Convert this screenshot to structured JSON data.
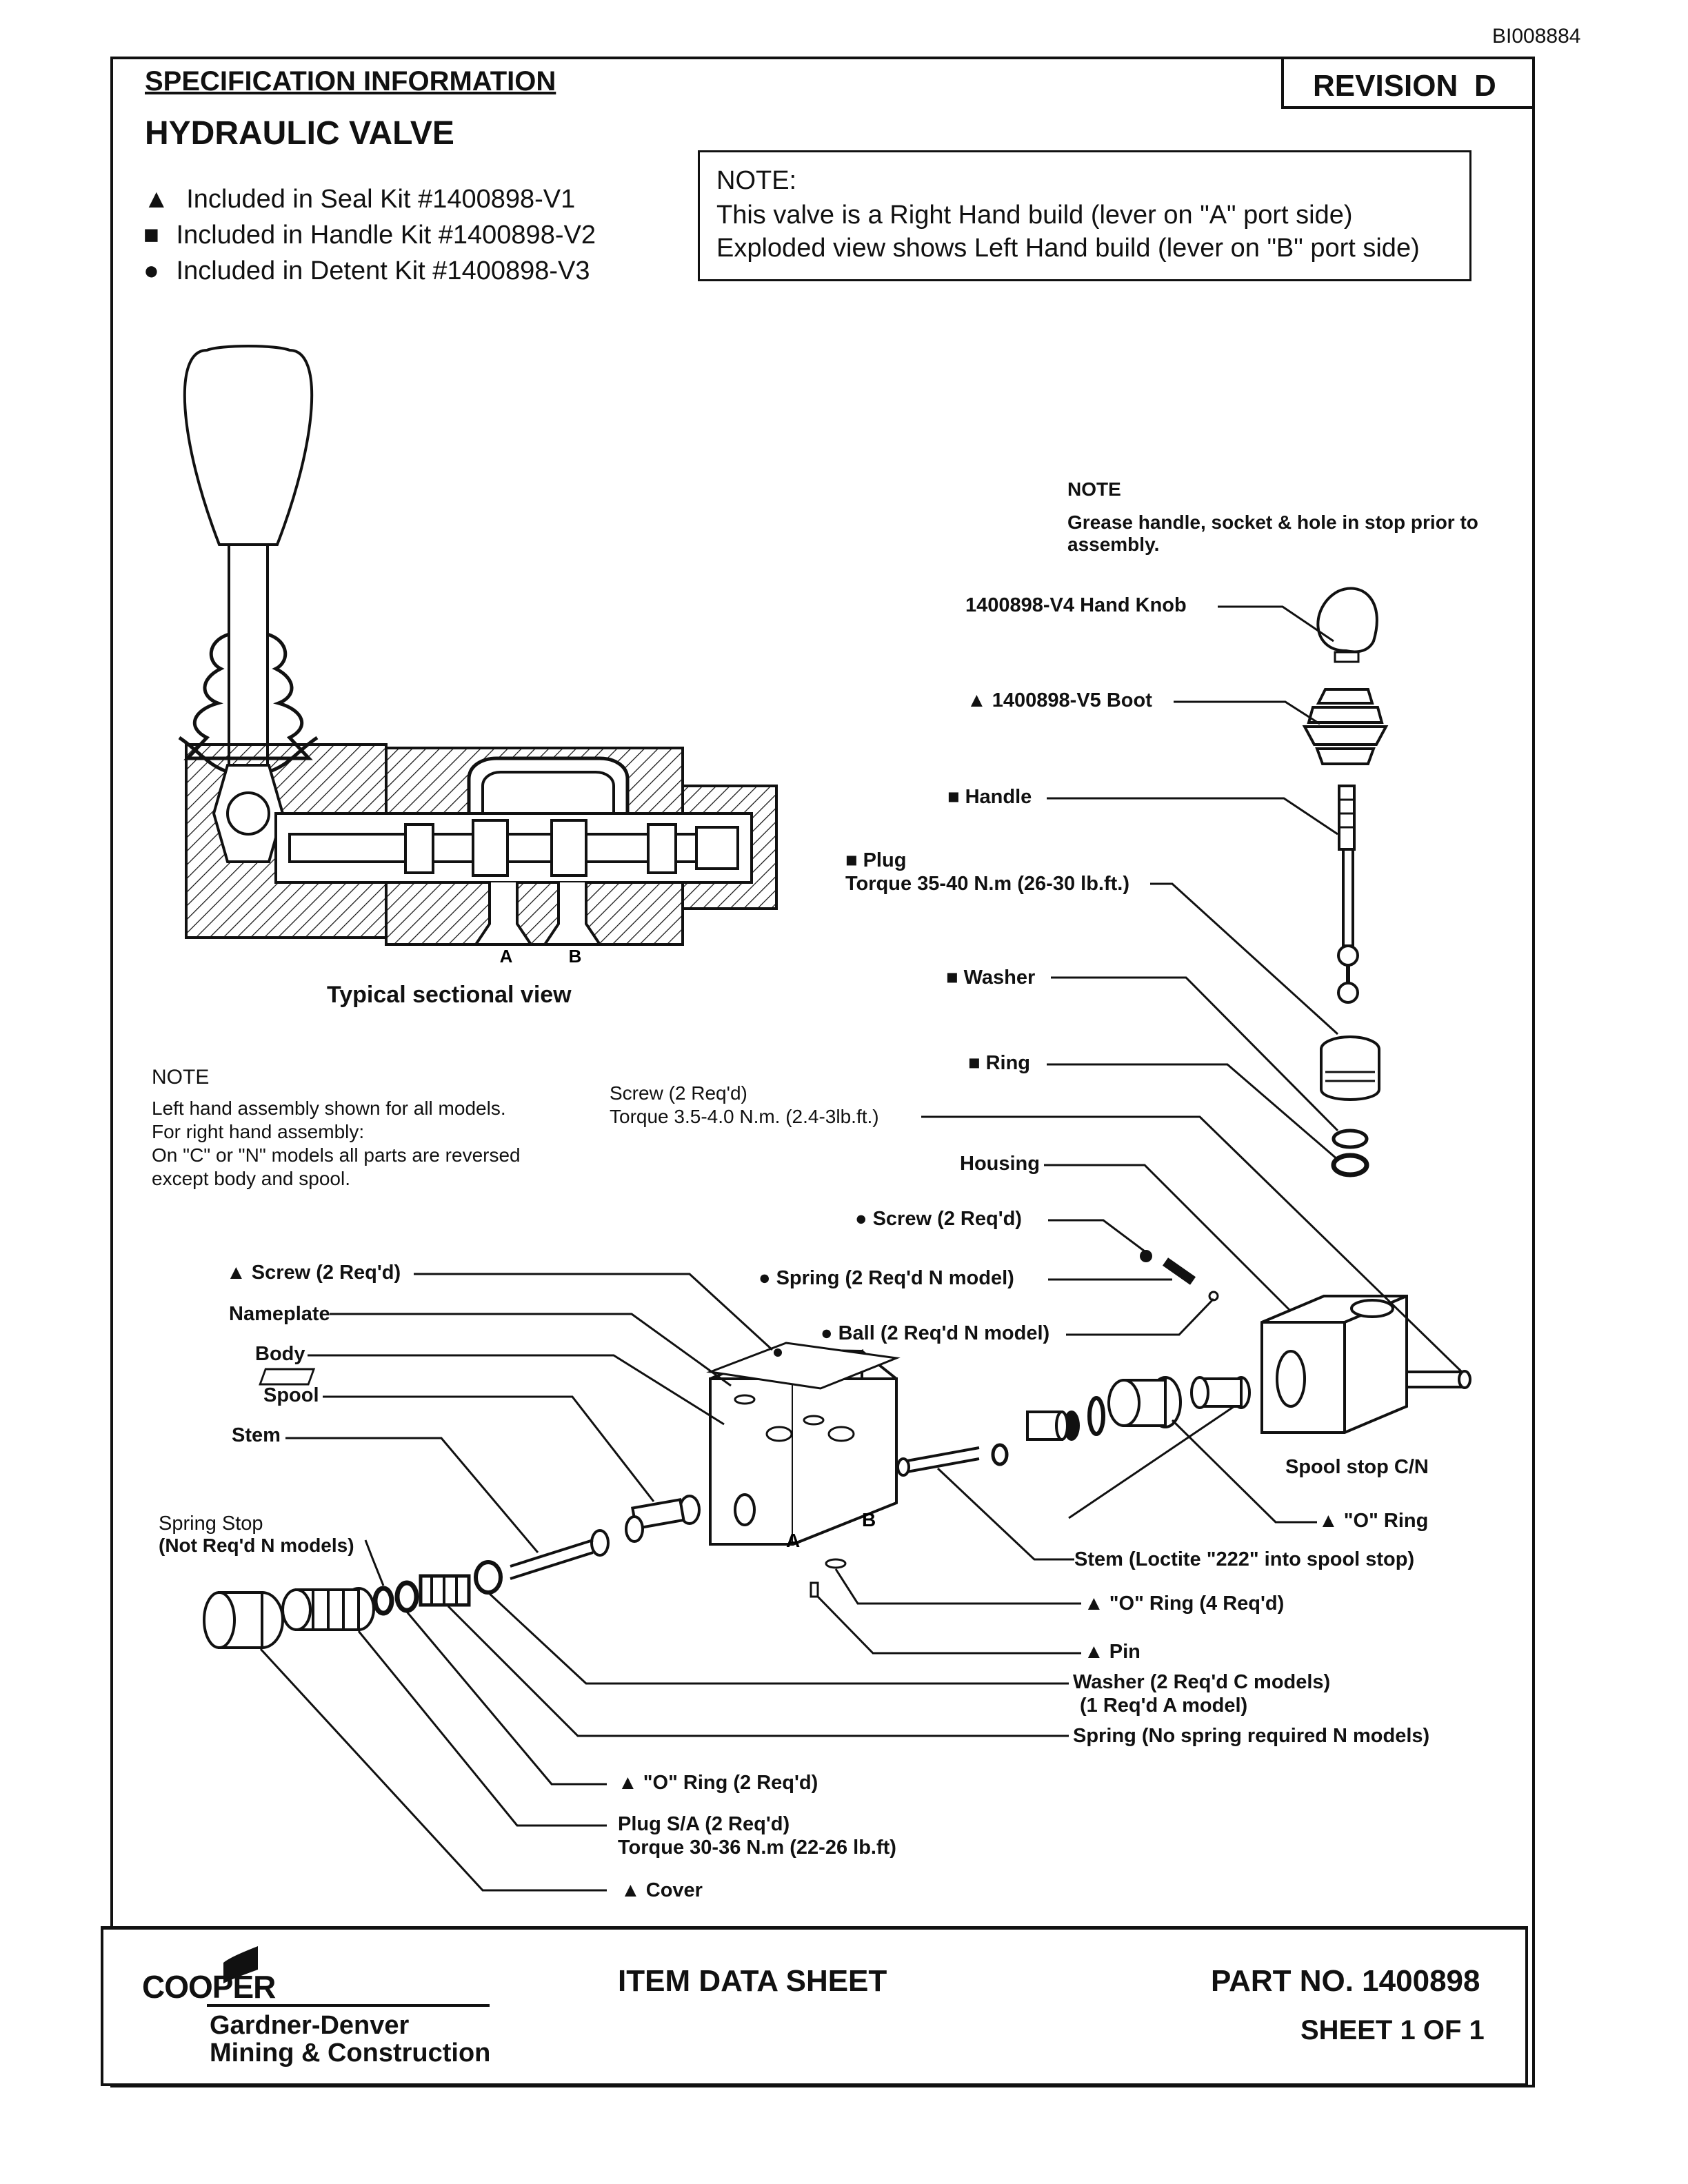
{
  "doc_id": "BI008884",
  "header": {
    "spec_title": "SPECIFICATION INFORMATION",
    "product": "HYDRAULIC VALVE",
    "revision_label": "REVISION",
    "revision_value": "D"
  },
  "kits": [
    {
      "symbol": "▲",
      "text": "Included in Seal Kit #1400898-V1"
    },
    {
      "symbol": "■",
      "text": "Included in Handle Kit #1400898-V2"
    },
    {
      "symbol": "●",
      "text": "Included in Detent Kit #1400898-V3"
    }
  ],
  "top_note": {
    "title": "NOTE:",
    "line1": "This valve is a Right Hand build (lever on \"A\" port side)",
    "line2": "Exploded view shows Left Hand build (lever on \"B\" port side)"
  },
  "section": {
    "caption": "Typical sectional view",
    "port_a": "A",
    "port_b": "B"
  },
  "left_note": {
    "title": "NOTE",
    "line1": "Left hand assembly shown for all models.",
    "line2": "For right hand assembly:",
    "line3": "On \"C\" or \"N\" models all parts are reversed",
    "line4": "except body and spool."
  },
  "grease_note": {
    "title": "NOTE",
    "line1": "Grease handle, socket & hole in stop prior to",
    "line2": "assembly."
  },
  "parts": {
    "hand_knob": "1400898-V4  Hand Knob",
    "boot": "▲ 1400898-V5  Boot",
    "handle": "■ Handle",
    "plug": "■ Plug",
    "plug_torque": "Torque 35-40 N.m (26-30 lb.ft.)",
    "washer": "■ Washer",
    "ring": "■ Ring",
    "screw_housing": "Screw (2 Req'd)",
    "screw_housing_torque": "Torque 3.5-4.0 N.m. (2.4-3lb.ft.)",
    "housing": "Housing",
    "detent_screw": "● Screw (2 Req'd)",
    "detent_spring": "● Spring (2 Req'd N model)",
    "detent_ball": "● Ball (2 Req'd N model)",
    "nameplate_screw": "▲ Screw (2 Req'd)",
    "nameplate": "Nameplate",
    "body": "Body",
    "spool": "Spool",
    "stem": "Stem",
    "spring_stop": "Spring Stop",
    "spring_stop_note": "(Not Req'd N models)",
    "spool_stop": "Spool stop C/N",
    "o_ring": "▲ \"O\" Ring",
    "stem_loctite": "Stem (Loctite \"222\" into spool stop)",
    "o_ring_4": "▲ \"O\" Ring (4 Req'd)",
    "pin": "▲ Pin",
    "washer_c": "Washer (2 Req'd C models)",
    "washer_a": "(1 Req'd A model)",
    "spring_n": "Spring (No spring required N models)",
    "o_ring_2": "▲ \"O\" Ring (2 Req'd)",
    "plug_sa": "Plug S/A (2 Req'd)",
    "plug_sa_torque": "Torque 30-36 N.m (22-26 lb.ft)",
    "cover": "▲ Cover",
    "body_port_a": "A",
    "body_port_b": "B"
  },
  "footer": {
    "logo": "COOPER",
    "company_line1": "Gardner-Denver",
    "company_line2": "Mining & Construction",
    "sheet_title": "ITEM DATA SHEET",
    "part_no": "PART NO. 1400898",
    "sheet": "SHEET 1 OF 1"
  }
}
